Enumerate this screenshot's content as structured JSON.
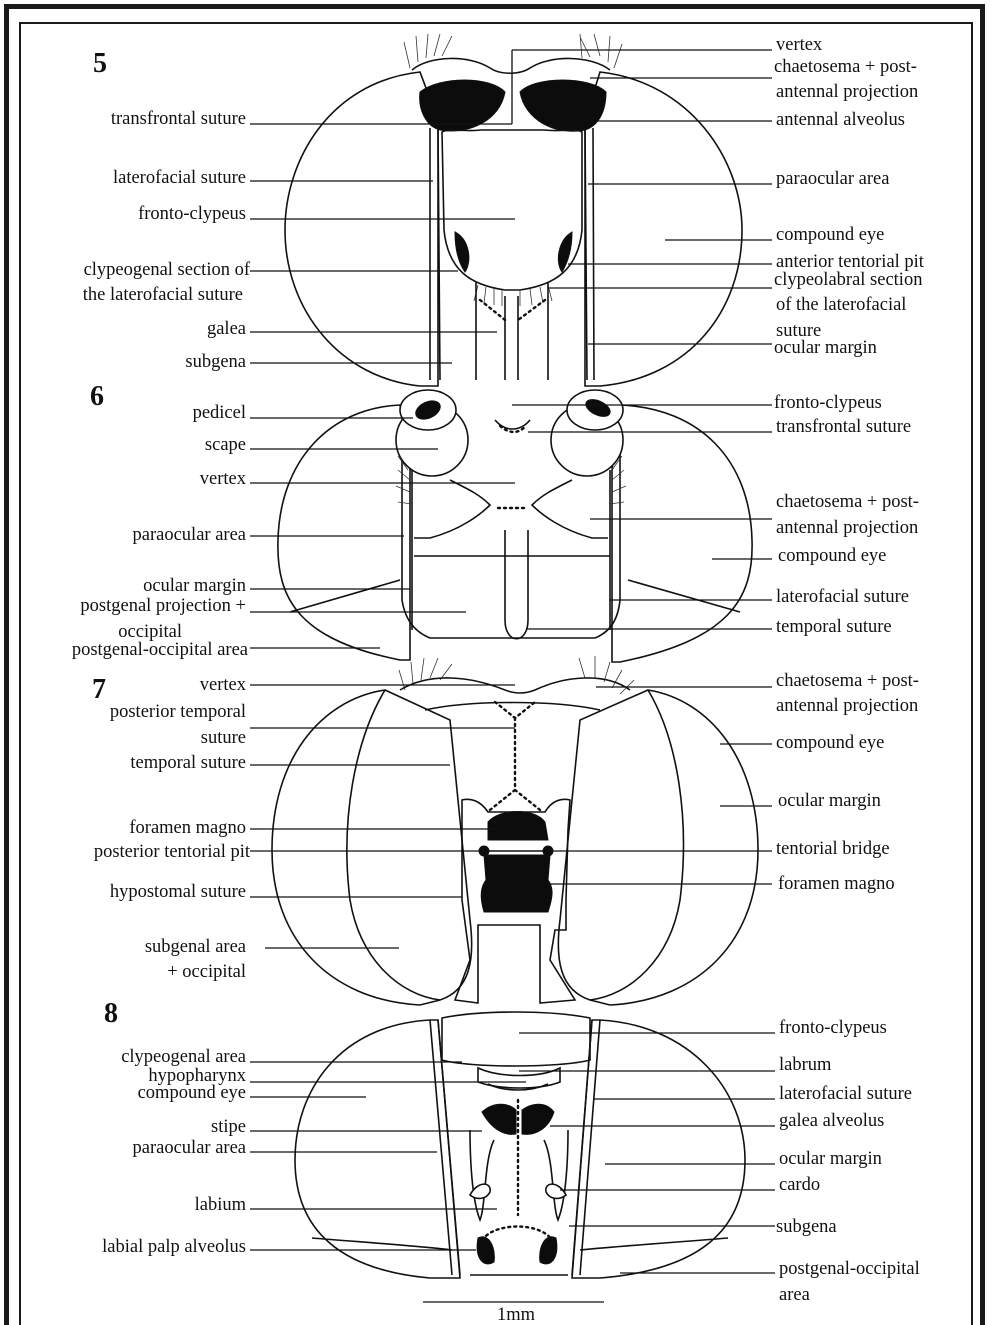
{
  "figures": {
    "f5": {
      "number": "5",
      "left": [
        "transfrontal suture",
        "laterofacial suture",
        "fronto-clypeus",
        "clypeogenal section of",
        "the laterofacial suture",
        "galea",
        "subgena"
      ],
      "right": [
        "vertex",
        "chaetosema + post-",
        "antennal projection",
        "antennal alveolus",
        "paraocular area",
        "compound eye",
        "anterior tentorial pit",
        "clypeolabral section",
        "of the laterofacial",
        "suture",
        "ocular margin"
      ]
    },
    "f6": {
      "number": "6",
      "left": [
        "pedicel",
        "scape",
        "vertex",
        "paraocular area",
        "ocular margin",
        "postgenal projection +",
        "occipital",
        "postgenal-occipital area"
      ],
      "right": [
        "fronto-clypeus",
        "transfrontal suture",
        "chaetosema + post-",
        "antennal projection",
        "compound eye",
        "laterofacial suture",
        "temporal suture"
      ]
    },
    "f7": {
      "number": "7",
      "left": [
        "vertex",
        "posterior temporal",
        "suture",
        "temporal suture",
        "foramen magno",
        "posterior tentorial pit",
        "hypostomal suture",
        "subgenal area",
        "+ occipital"
      ],
      "right": [
        "chaetosema + post-",
        "antennal projection",
        "compound eye",
        "ocular margin",
        "tentorial bridge",
        "foramen magno"
      ]
    },
    "f8": {
      "number": "8",
      "left": [
        "clypeogenal area",
        "hypopharynx",
        "compound eye",
        "stipe",
        "paraocular area",
        "labium",
        "labial palp alveolus"
      ],
      "right": [
        "fronto-clypeus",
        "labrum",
        "laterofacial suture",
        "galea alveolus",
        "ocular margin",
        "cardo",
        "subgena",
        "postgenal-occipital",
        "area"
      ]
    }
  },
  "scale_bar": "1mm"
}
